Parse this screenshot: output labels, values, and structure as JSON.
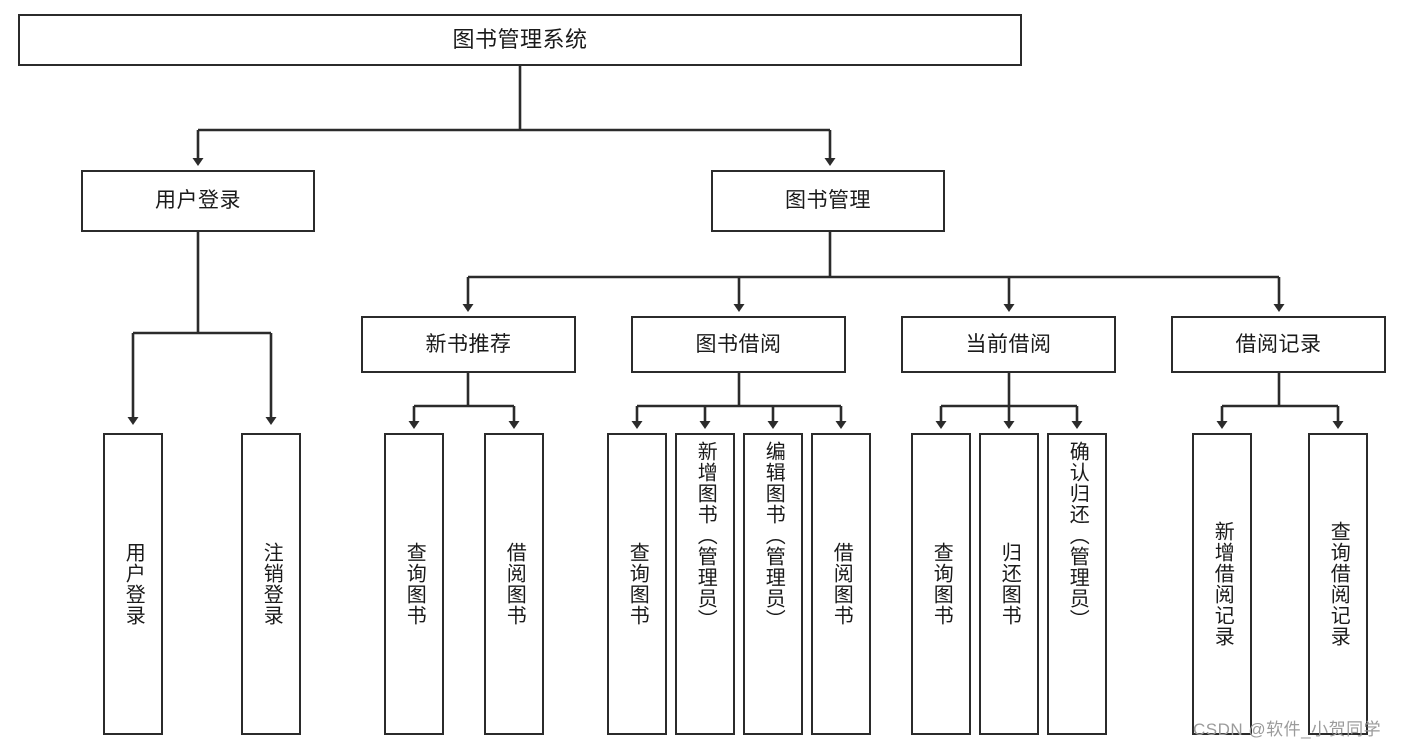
{
  "diagram": {
    "type": "tree-hierarchy",
    "title": "图书管理系统",
    "watermark": "CSDN @软件_小贺同学",
    "colors": {
      "stroke": "#2b2b2b",
      "fill": "#ffffff",
      "text": "#1a1a1a",
      "watermark": "#9b9b9b"
    },
    "nodes": {
      "root": {
        "label": "图书管理系统",
        "orientation": "horizontal"
      },
      "level2": [
        {
          "id": "user-login",
          "label": "用户登录",
          "orientation": "horizontal"
        },
        {
          "id": "book-manage",
          "label": "图书管理",
          "orientation": "horizontal"
        }
      ],
      "level3": [
        {
          "id": "new-book-recommend",
          "label": "新书推荐",
          "orientation": "horizontal"
        },
        {
          "id": "book-borrow",
          "label": "图书借阅",
          "orientation": "horizontal"
        },
        {
          "id": "current-borrow",
          "label": "当前借阅",
          "orientation": "horizontal"
        },
        {
          "id": "borrow-record",
          "label": "借阅记录",
          "orientation": "horizontal"
        }
      ],
      "leaves": [
        {
          "id": "leaf-user-login",
          "label": "用户登录",
          "parent": "user-login",
          "orientation": "vertical"
        },
        {
          "id": "leaf-user-logout",
          "label": "注销登录",
          "parent": "user-login",
          "orientation": "vertical"
        },
        {
          "id": "leaf-query-book-1",
          "label": "查询图书",
          "parent": "new-book-recommend",
          "orientation": "vertical"
        },
        {
          "id": "leaf-borrow-book-1",
          "label": "借阅图书",
          "parent": "new-book-recommend",
          "orientation": "vertical"
        },
        {
          "id": "leaf-query-book-2",
          "label": "查询图书",
          "parent": "book-borrow",
          "orientation": "vertical"
        },
        {
          "id": "leaf-add-book",
          "label": "新增图书（管理员）",
          "parent": "book-borrow",
          "orientation": "vertical"
        },
        {
          "id": "leaf-edit-book",
          "label": "编辑图书（管理员）",
          "parent": "book-borrow",
          "orientation": "vertical"
        },
        {
          "id": "leaf-borrow-book-2",
          "label": "借阅图书",
          "parent": "book-borrow",
          "orientation": "vertical"
        },
        {
          "id": "leaf-query-book-3",
          "label": "查询图书",
          "parent": "current-borrow",
          "orientation": "vertical"
        },
        {
          "id": "leaf-return-book",
          "label": "归还图书",
          "parent": "current-borrow",
          "orientation": "vertical"
        },
        {
          "id": "leaf-confirm-return",
          "label": "确认归还（管理员）",
          "parent": "current-borrow",
          "orientation": "vertical"
        },
        {
          "id": "leaf-add-record",
          "label": "新增借阅记录",
          "parent": "borrow-record",
          "orientation": "vertical"
        },
        {
          "id": "leaf-query-record",
          "label": "查询借阅记录",
          "parent": "borrow-record",
          "orientation": "vertical"
        }
      ]
    }
  }
}
